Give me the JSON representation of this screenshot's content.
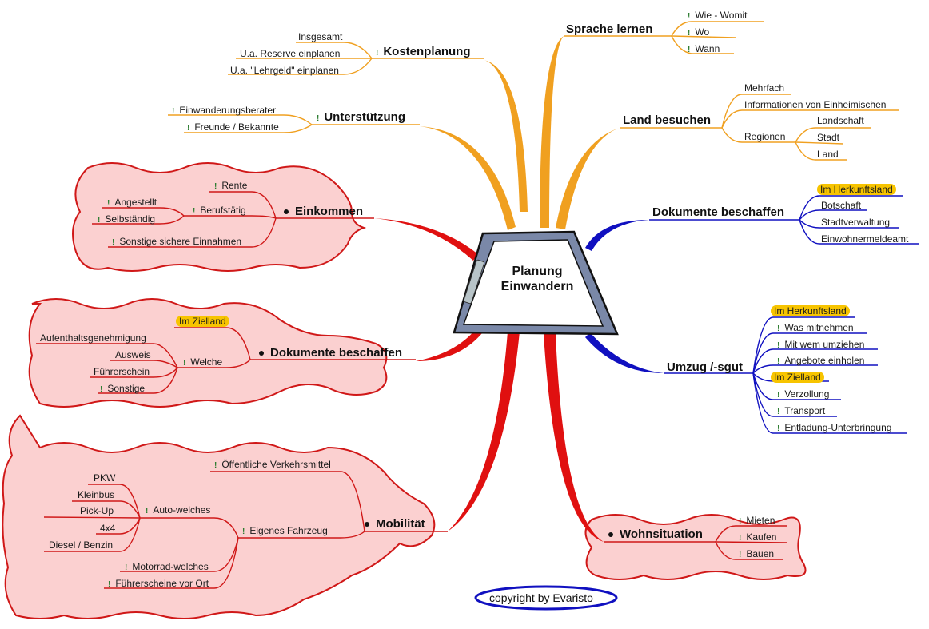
{
  "center": {
    "line1": "Planung",
    "line2": "Einwandern"
  },
  "colors": {
    "orange": "#f0a020",
    "red": "#e01010",
    "blue": "#1010c0",
    "cloud_fill": "#fbd0d0",
    "cloud_border": "#d01818",
    "highlight": "#f7c400",
    "clipboard": "#7a88a8"
  },
  "branches": {
    "kostenplanung": {
      "title": "Kostenplanung",
      "children": [
        "Insgesamt",
        "U.a. Reserve einplanen",
        "U.a. \"Lehrgeld\" einplanen"
      ]
    },
    "unterstuetzung": {
      "title": "Unterstützung",
      "children": [
        "Einwanderungsberater",
        "Freunde / Bekannte"
      ]
    },
    "einkommen": {
      "title": "Einkommen",
      "children": [
        "Rente",
        "Berufstätig",
        "Angestellt",
        "Selbständig",
        "Sonstige sichere Einnahmen"
      ]
    },
    "dokumente_links": {
      "title": "Dokumente beschaffen",
      "children": [
        "Im Zielland",
        "Welche",
        "Aufenthaltsgenehmigung",
        "Ausweis",
        "Führerschein",
        "Sonstige"
      ]
    },
    "mobilitaet": {
      "title": "Mobilität",
      "children": [
        "Öffentliche Verkehrsmittel",
        "Eigenes Fahrzeug",
        "Auto-welches",
        "PKW",
        "Kleinbus",
        "Pick-Up",
        "4x4",
        "Diesel / Benzin",
        "Motorrad-welches",
        "Führerscheine vor Ort"
      ]
    },
    "sprache": {
      "title": "Sprache lernen",
      "children": [
        "Wie - Womit",
        "Wo",
        "Wann"
      ]
    },
    "land": {
      "title": "Land besuchen",
      "children": [
        "Mehrfach",
        "Informationen von Einheimischen",
        "Regionen",
        "Landschaft",
        "Stadt",
        "Land"
      ]
    },
    "dokumente_rechts": {
      "title": "Dokumente beschaffen",
      "children": [
        "Im Herkunftsland",
        "Botschaft",
        "Stadtverwaltung",
        "Einwohnermeldeamt"
      ]
    },
    "umzug": {
      "title": "Umzug /-sgut",
      "children": [
        "Im Herkunftsland",
        "Was mitnehmen",
        "Mit wem umziehen",
        "Angebote einholen",
        "Im Zielland",
        "Verzollung",
        "Transport",
        "Entladung-Unterbringung"
      ]
    },
    "wohnen": {
      "title": "Wohnsituation",
      "children": [
        "Mieten",
        "Kaufen",
        "Bauen"
      ]
    }
  },
  "footer": {
    "copyright": "copyright by Evaristo"
  }
}
